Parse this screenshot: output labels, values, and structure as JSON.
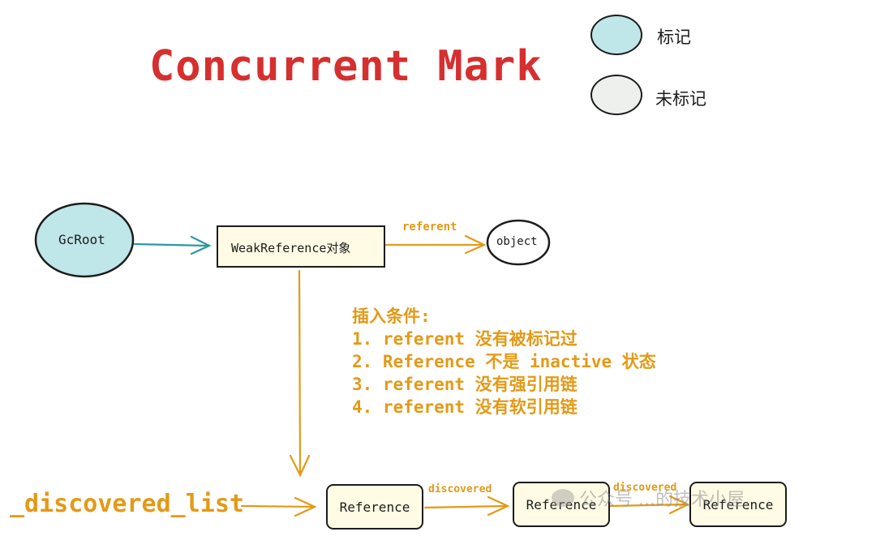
{
  "title": "Concurrent Mark",
  "legend": {
    "items": [
      {
        "label": "标记",
        "fill": "#bfe6e8"
      },
      {
        "label": "未标记",
        "fill": "#eef0ee"
      }
    ]
  },
  "nodes": {
    "gcroot": {
      "label": "GcRoot"
    },
    "weakref": {
      "label": "WeakReference对象"
    },
    "object": {
      "label": "object"
    }
  },
  "edges": {
    "referent": "referent",
    "discovered1": "discovered",
    "discovered2": "discovered"
  },
  "conditions": {
    "heading": "插入条件:",
    "items": [
      "1. referent 没有被标记过",
      "2. Reference 不是 inactive 状态",
      "3. referent 没有强引用链",
      "4. referent 没有软引用链"
    ]
  },
  "discovered_list": {
    "label": "_discovered_list",
    "references": [
      "Reference",
      "Reference",
      "Reference"
    ]
  },
  "watermark": "公众号 ...的技术小屋",
  "colors": {
    "title": "#d62f2f",
    "accent": "#e39a17",
    "teal_arrow": "#2a9aa0",
    "marked_fill": "#bfe6e8",
    "unmarked_fill": "#eef0ee",
    "reference_fill": "#fffbe4"
  }
}
